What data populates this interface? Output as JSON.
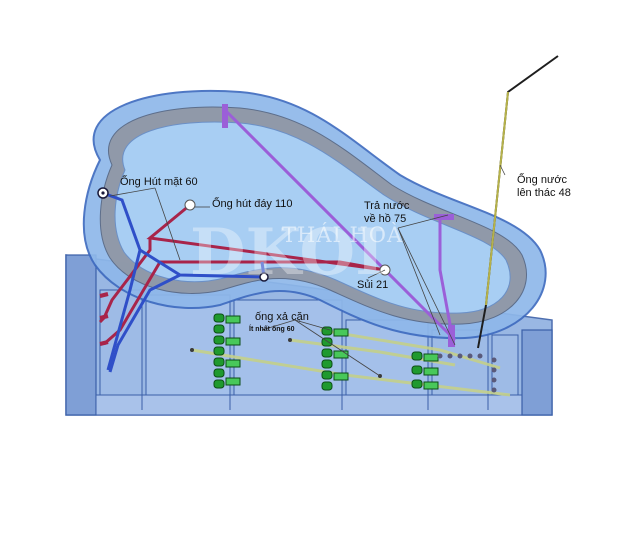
{
  "labels": {
    "ong_hut_mat": "Ống Hút mặt 60",
    "ong_hut_day": "Ống hút đáy 110",
    "tra_nuoc_line1": "Trả nước",
    "tra_nuoc_line2": "về hồ 75",
    "sui": "Sủi 21",
    "ong_nuoc_line1": "Ống nước",
    "ong_nuoc_line2": "lên thác 48",
    "ong_xa_can": "ống xả cặn",
    "it_nhat": "Ít nhất ống 60"
  },
  "watermark": {
    "text": "THÁI HOÀ",
    "logo": "DKOI"
  },
  "colors": {
    "water": "#9cc9f2",
    "rim_outer": "#6f9fd8",
    "rim_inner": "#8f9aa8",
    "tank": "#8eaee0",
    "tank_edge": "#3a5fa8",
    "pipe_blue": "#2f4fc8",
    "pipe_red": "#a8244a",
    "pipe_purple": "#9b5fd8",
    "pipe_olive": "#8a8a2a",
    "valve_green": "#1f9a2e"
  }
}
